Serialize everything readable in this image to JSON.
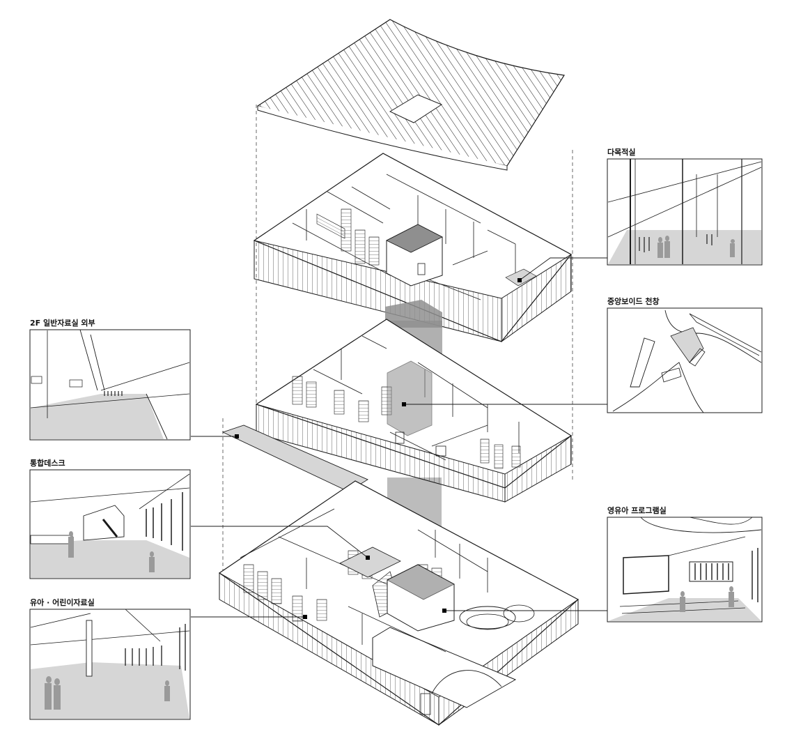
{
  "labels": {
    "multipurpose_room": "다목적실",
    "central_void_skylight": "중앙보이드 천창",
    "reading_room_2f_exterior": "2F 일반자료실 외부",
    "integrated_desk": "통합데스크",
    "infant_program_room": "영유아 프로그램실",
    "infant_children_room": "유아 · 어린이자료실"
  },
  "colors": {
    "line": "#1a1a1a",
    "void_shade": "#8f8f8f",
    "floor_shade": "#d6d6d6",
    "figure": "#9a9a9a"
  }
}
